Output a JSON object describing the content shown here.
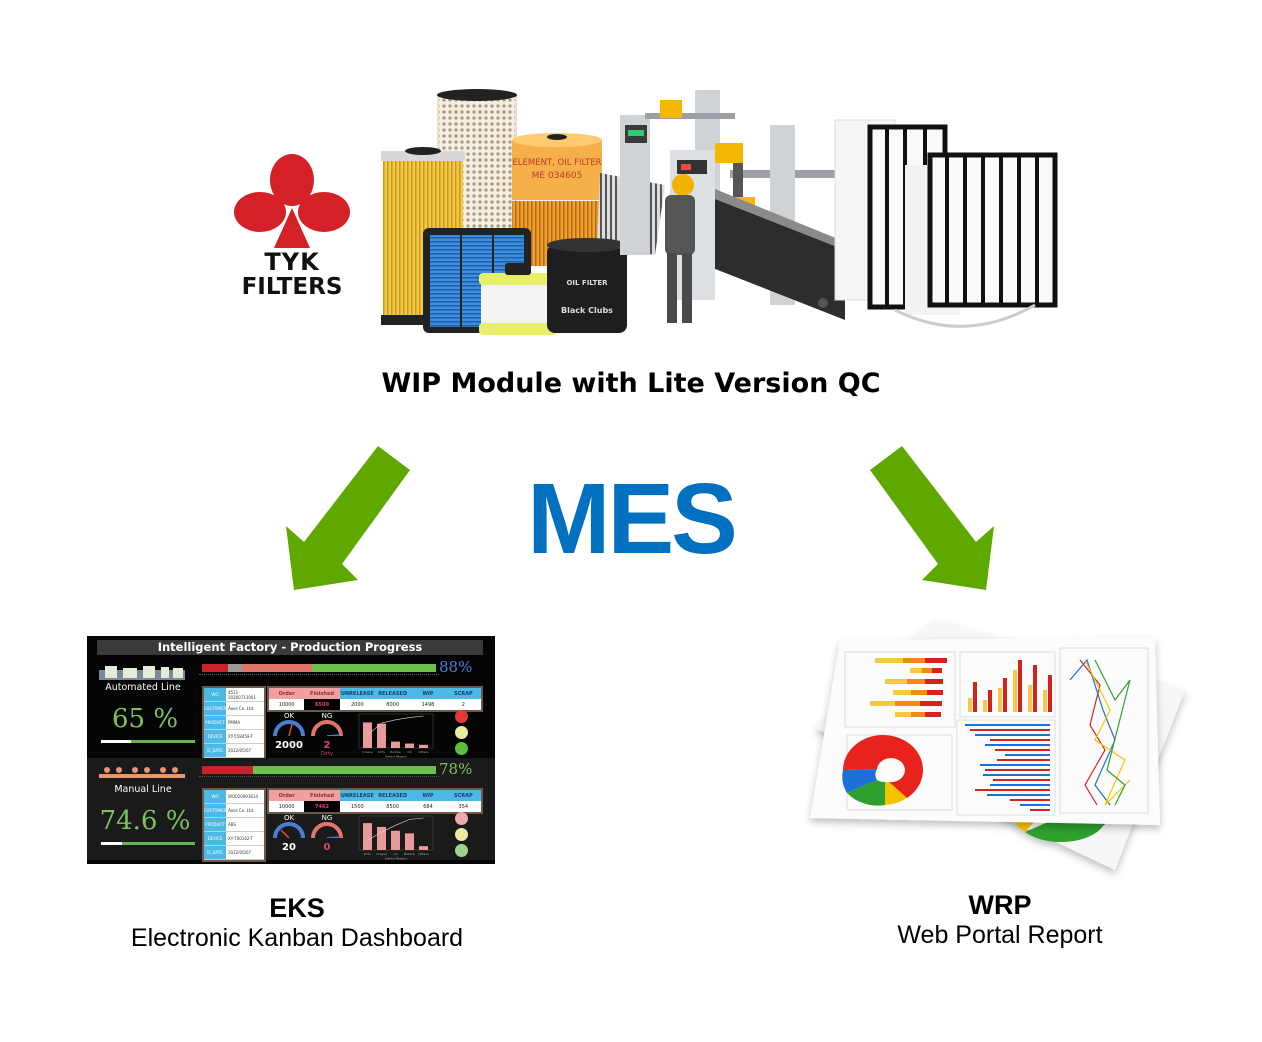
{
  "logo": {
    "line1": "TYK",
    "line2": "FILTERS",
    "brand_color": "#d42027"
  },
  "hero": {
    "filter_label_1": "ELEMENT, OIL FILTER",
    "filter_label_2": "ME 034605",
    "oil_filter_label": "OIL FILTER",
    "oil_filter_brand": "Black Clubs"
  },
  "subtitle": "WIP Module with Lite Version QC",
  "center_title": "MES",
  "colors": {
    "mes_blue": "#0070c0",
    "arrow_green": "#5fa800"
  },
  "eks_dashboard": {
    "title": "Intelligent Factory - Production Progress",
    "stat_headers": [
      "Order",
      "Finished",
      "UNRELEASE",
      "RELEASED",
      "WIP",
      "SCRAP"
    ],
    "info_keys": [
      "WO",
      "CUSTOMER",
      "PRODUCT",
      "DEVICE",
      "D_DATE"
    ],
    "lines": [
      {
        "name": "Automated Line",
        "efficiency": "65 %",
        "efficiency_value": 0.65,
        "progress_pct": "88%",
        "progress_segments": [
          {
            "color": "#c8232c",
            "fraction": 0.11
          },
          {
            "color": "#9a9a9a",
            "fraction": 0.06
          },
          {
            "color": "#e0766a",
            "fraction": 0.3
          },
          {
            "color": "#6cbf4a",
            "fraction": 0.53
          }
        ],
        "info_values": [
          "4511-20200711001",
          "Aoes Co. Ltd.",
          "PMMA",
          "XY-558459-T",
          "2022/05/07"
        ],
        "stat_values": [
          "10000",
          "6500",
          "2000",
          "8000",
          "1498",
          "2"
        ],
        "ok": {
          "label": "OK",
          "value": "2000"
        },
        "ng": {
          "label": "NG",
          "value": "2",
          "reason": "Dirty"
        },
        "chart_xlabel": "Defect Reason",
        "chart_categories": [
          "Crease",
          "Dirty",
          "Bubble",
          "Oil",
          "Others"
        ],
        "chart_values": [
          40,
          38,
          10,
          7,
          5
        ],
        "lights": [
          "#e53935",
          "#eaeaa0",
          "#5cbf3a"
        ]
      },
      {
        "name": "Manual Line",
        "efficiency": "74.6 %",
        "efficiency_value": 0.746,
        "progress_pct": "78%",
        "progress_segments": [
          {
            "color": "#c8232c",
            "fraction": 0.22
          },
          {
            "color": "#6cbf4a",
            "fraction": 0.78
          }
        ],
        "info_values": [
          "WO020091614",
          "Aoes Co. Ltd.",
          "ABS",
          "XY-700162-T",
          "2022/05/07"
        ],
        "stat_values": [
          "10000",
          "7462",
          "1500",
          "8500",
          "684",
          "354"
        ],
        "ok": {
          "label": "OK",
          "value": "20"
        },
        "ng": {
          "label": "NG",
          "value": "0",
          "reason": ""
        },
        "chart_xlabel": "Defect Reason",
        "chart_categories": [
          "Dirty",
          "Crease",
          "Oil",
          "Bubble",
          "Others"
        ],
        "chart_values": [
          42,
          36,
          30,
          26,
          6
        ],
        "lights": [
          "#eeaaaa",
          "#eaeaa0",
          "#9ed38a"
        ]
      }
    ]
  },
  "eks_caption": {
    "title": "EKS",
    "subtitle": "Electronic Kanban Dashboard"
  },
  "wrp_caption": {
    "title": "WRP",
    "subtitle": "Web Portal Report"
  }
}
